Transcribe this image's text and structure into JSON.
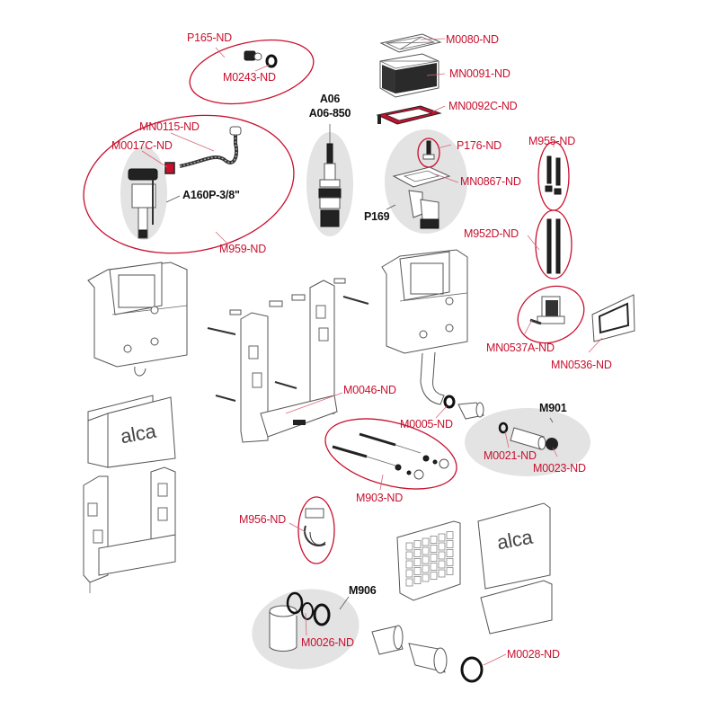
{
  "diagram": {
    "type": "exploded-parts-diagram",
    "brand_logo_text": "alca",
    "accent_color": "#c8102e",
    "group_background_color": "#e3e3e3",
    "labels": {
      "p165": "P165-ND",
      "m0243": "M0243-ND",
      "a06": "A06",
      "a06_850": "A06-850",
      "m0080": "M0080-ND",
      "mn0091": "MN0091-ND",
      "mn0092c": "MN0092C-ND",
      "mn0115": "MN0115-ND",
      "m0017c": "M0017C-ND",
      "a160p": "A160P-3/8\"",
      "m959": "M959-ND",
      "p176": "P176-ND",
      "mn0867": "MN0867-ND",
      "p169": "P169",
      "m955": "M955-ND",
      "m952d": "M952D-ND",
      "mn0537a": "MN0537A-ND",
      "mn0536": "MN0536-ND",
      "m0046": "M0046-ND",
      "m0005": "M0005-ND",
      "m901": "M901",
      "m0021": "M0021-ND",
      "m0023": "M0023-ND",
      "m903": "M903-ND",
      "m956": "M956-ND",
      "m906": "M906",
      "m0026": "M0026-ND",
      "m0028": "M0028-ND"
    }
  }
}
